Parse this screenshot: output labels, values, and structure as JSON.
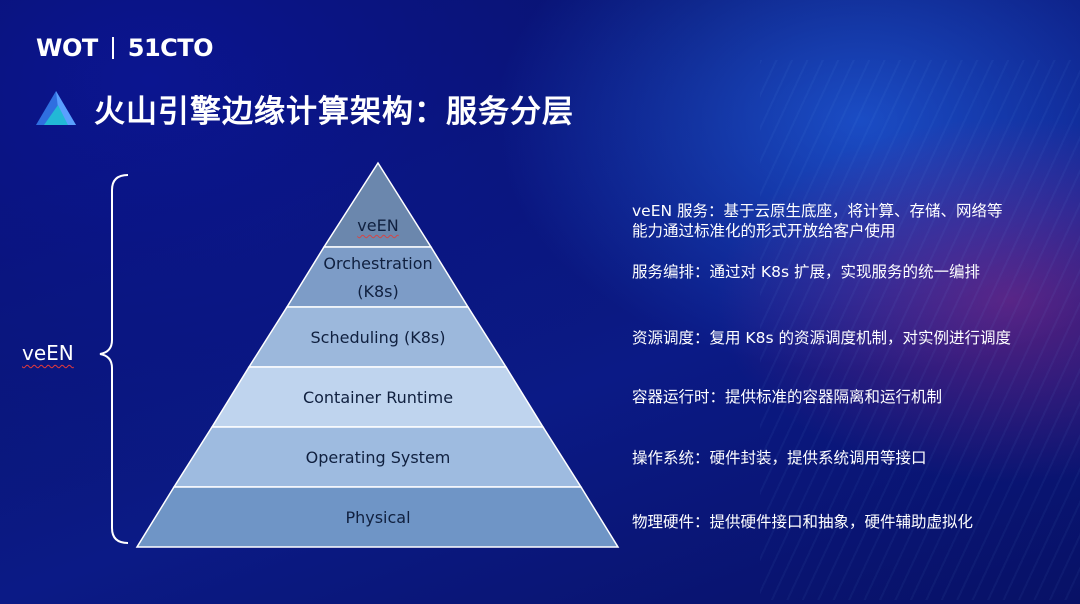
{
  "logo": {
    "brand_left": "WOT",
    "brand_right": "51CTO"
  },
  "title": "火山引擎边缘计算架构：服务分层",
  "stack_label": "veEN",
  "layers": [
    {
      "label": "veEN",
      "desc_line1": "veEN 服务：基于云原生底座，将计算、存储、网络等",
      "desc_line2": "能力通过标准化的形式开放给客户使用"
    },
    {
      "label_line1": "Orchestration",
      "label_line2": "(K8s)",
      "desc": "服务编排：通过对 K8s 扩展，实现服务的统一编排"
    },
    {
      "label": "Scheduling (K8s)",
      "desc": "资源调度：复用 K8s 的资源调度机制，对实例进行调度"
    },
    {
      "label": "Container Runtime",
      "desc": "容器运行时：提供标准的容器隔离和运行机制"
    },
    {
      "label": "Operating System",
      "desc": "操作系统：硬件封装，提供系统调用等接口"
    },
    {
      "label": "Physical",
      "desc": "物理硬件：提供硬件接口和抽象，硬件辅助虚拟化"
    }
  ],
  "colors": {
    "layer_fills": [
      "#6b87ad",
      "#7d9cc7",
      "#9cb8dc",
      "#bfd4ee",
      "#9ebbe0",
      "#6f95c6"
    ],
    "text_dark": "#10203f"
  }
}
